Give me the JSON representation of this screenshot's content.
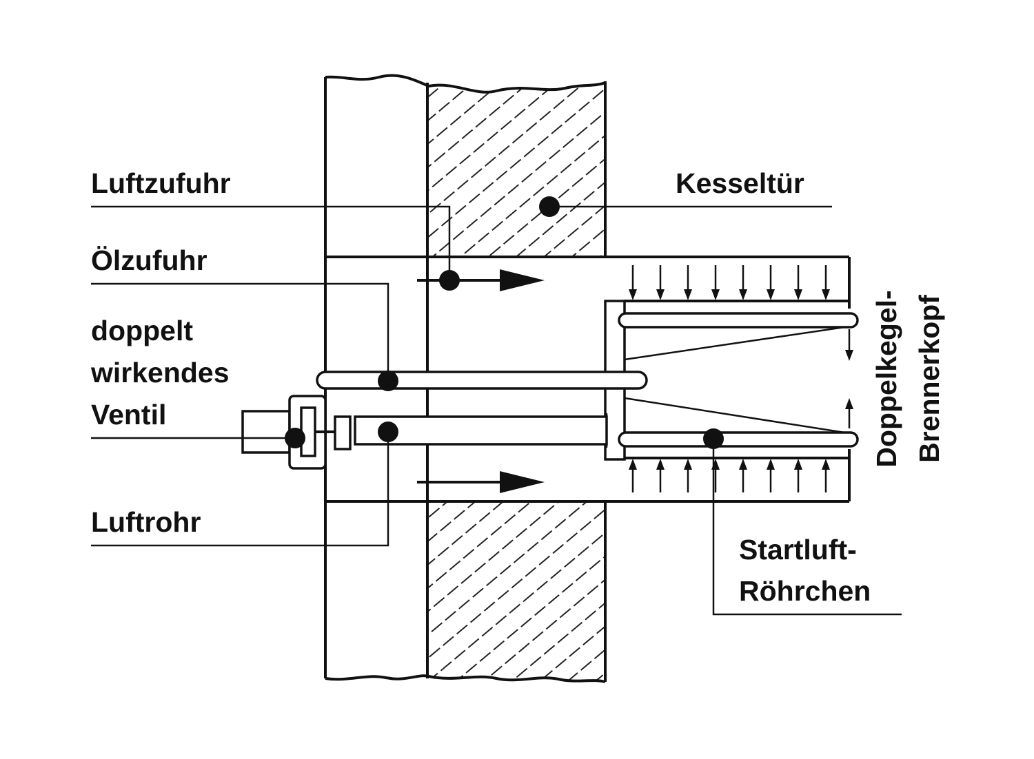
{
  "labels": {
    "luftzufuhr": "Luftzufuhr",
    "kesseltuer": "Kesseltür",
    "oelzufuhr": "Ölzufuhr",
    "ventil_line1": "doppelt",
    "ventil_line2": "wirkendes",
    "ventil_line3": "Ventil",
    "luftrohr": "Luftrohr",
    "brennerkopf_line1": "Doppelkegel-",
    "brennerkopf_line2": "Brennerkopf",
    "startluft_line1": "Startluft-",
    "startluft_line2": "Röhrchen"
  },
  "colors": {
    "ink": "#111111",
    "background": "#ffffff"
  }
}
